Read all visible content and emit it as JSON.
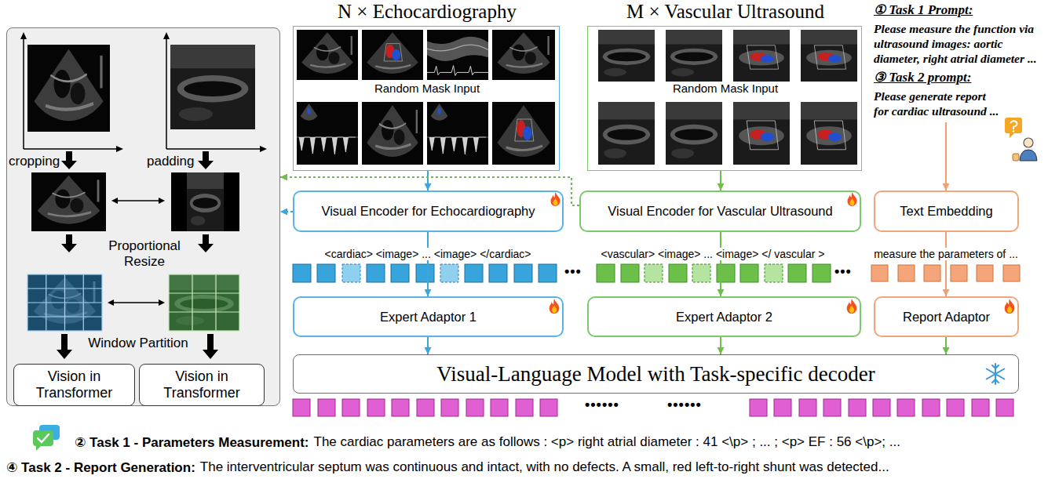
{
  "diagram": {
    "nodes": [
      {
        "text": [
          "cropping",
          "padding",
          "Proportional Resize",
          "Window Partition"
        ]
      },
      {
        "text": [
          "Vision in Transformer"
        ],
        "in": 0
      },
      {
        "text": [
          "Vision in Transformer"
        ],
        "in": 0
      },
      {
        "text": [
          "N × Echocardiography",
          "Random Mask Input"
        ]
      },
      {
        "text": [
          "M × Vascular Ultrasound",
          "Random Mask Input"
        ]
      },
      {
        "text": [
          "Visual Encoder for Echocardiography"
        ]
      },
      {
        "text": [
          "Visual Encoder for Vascular Ultrasound"
        ]
      },
      {
        "text": [
          "Text Embedding"
        ]
      },
      {
        "text": [
          "Expert Adaptor 1"
        ]
      },
      {
        "text": [
          "Expert Adaptor 2"
        ]
      },
      {
        "text": [
          "Report Adaptor"
        ]
      },
      {
        "text": [
          "Visual-Language Model with Task-specific decoder"
        ]
      }
    ],
    "edges": [
      {
        "from": 3,
        "to": 5,
        "arrow": "to"
      },
      {
        "from": 4,
        "to": 6,
        "arrow": "to"
      },
      {
        "from": 5,
        "to": 8,
        "arrow": "to"
      },
      {
        "from": 6,
        "to": 9,
        "arrow": "to"
      },
      {
        "from": 7,
        "to": 10,
        "arrow": "to"
      },
      {
        "from": 8,
        "to": 11,
        "arrow": "to"
      },
      {
        "from": 9,
        "to": 11,
        "arrow": "to"
      },
      {
        "from": 10,
        "to": 11,
        "arrow": "to"
      },
      {
        "from": 5,
        "to": 0,
        "arrow": "to"
      },
      {
        "from": 6,
        "to": 0,
        "arrow": "to"
      }
    ],
    "labels": [
      "① Task 1 Prompt:",
      "Please measure the function via ultrasound images: aortic diameter, right atrial diameter ...",
      "③ Task 2 prompt:",
      "Please generate report for cardiac ultrasound ...",
      "<cardiac> <image> ... <image> </cardiac>",
      "•••",
      "<vascular> <image> ... <image> </ vascular >",
      "•••",
      "measure the parameters of ...",
      "••••••",
      "••••••",
      "② Task 1 - Parameters Measurement:",
      "The cardiac parameters are as follows : <p> right atrial diameter : 41 <\\p> ; ... ; <p> EF : 56 <\\p>; ...",
      "④ Task 2 - Report Generation:",
      "The interventricular septum was continuous and intact, with no defects. A small, red left-to-right shunt was detected..."
    ]
  }
}
